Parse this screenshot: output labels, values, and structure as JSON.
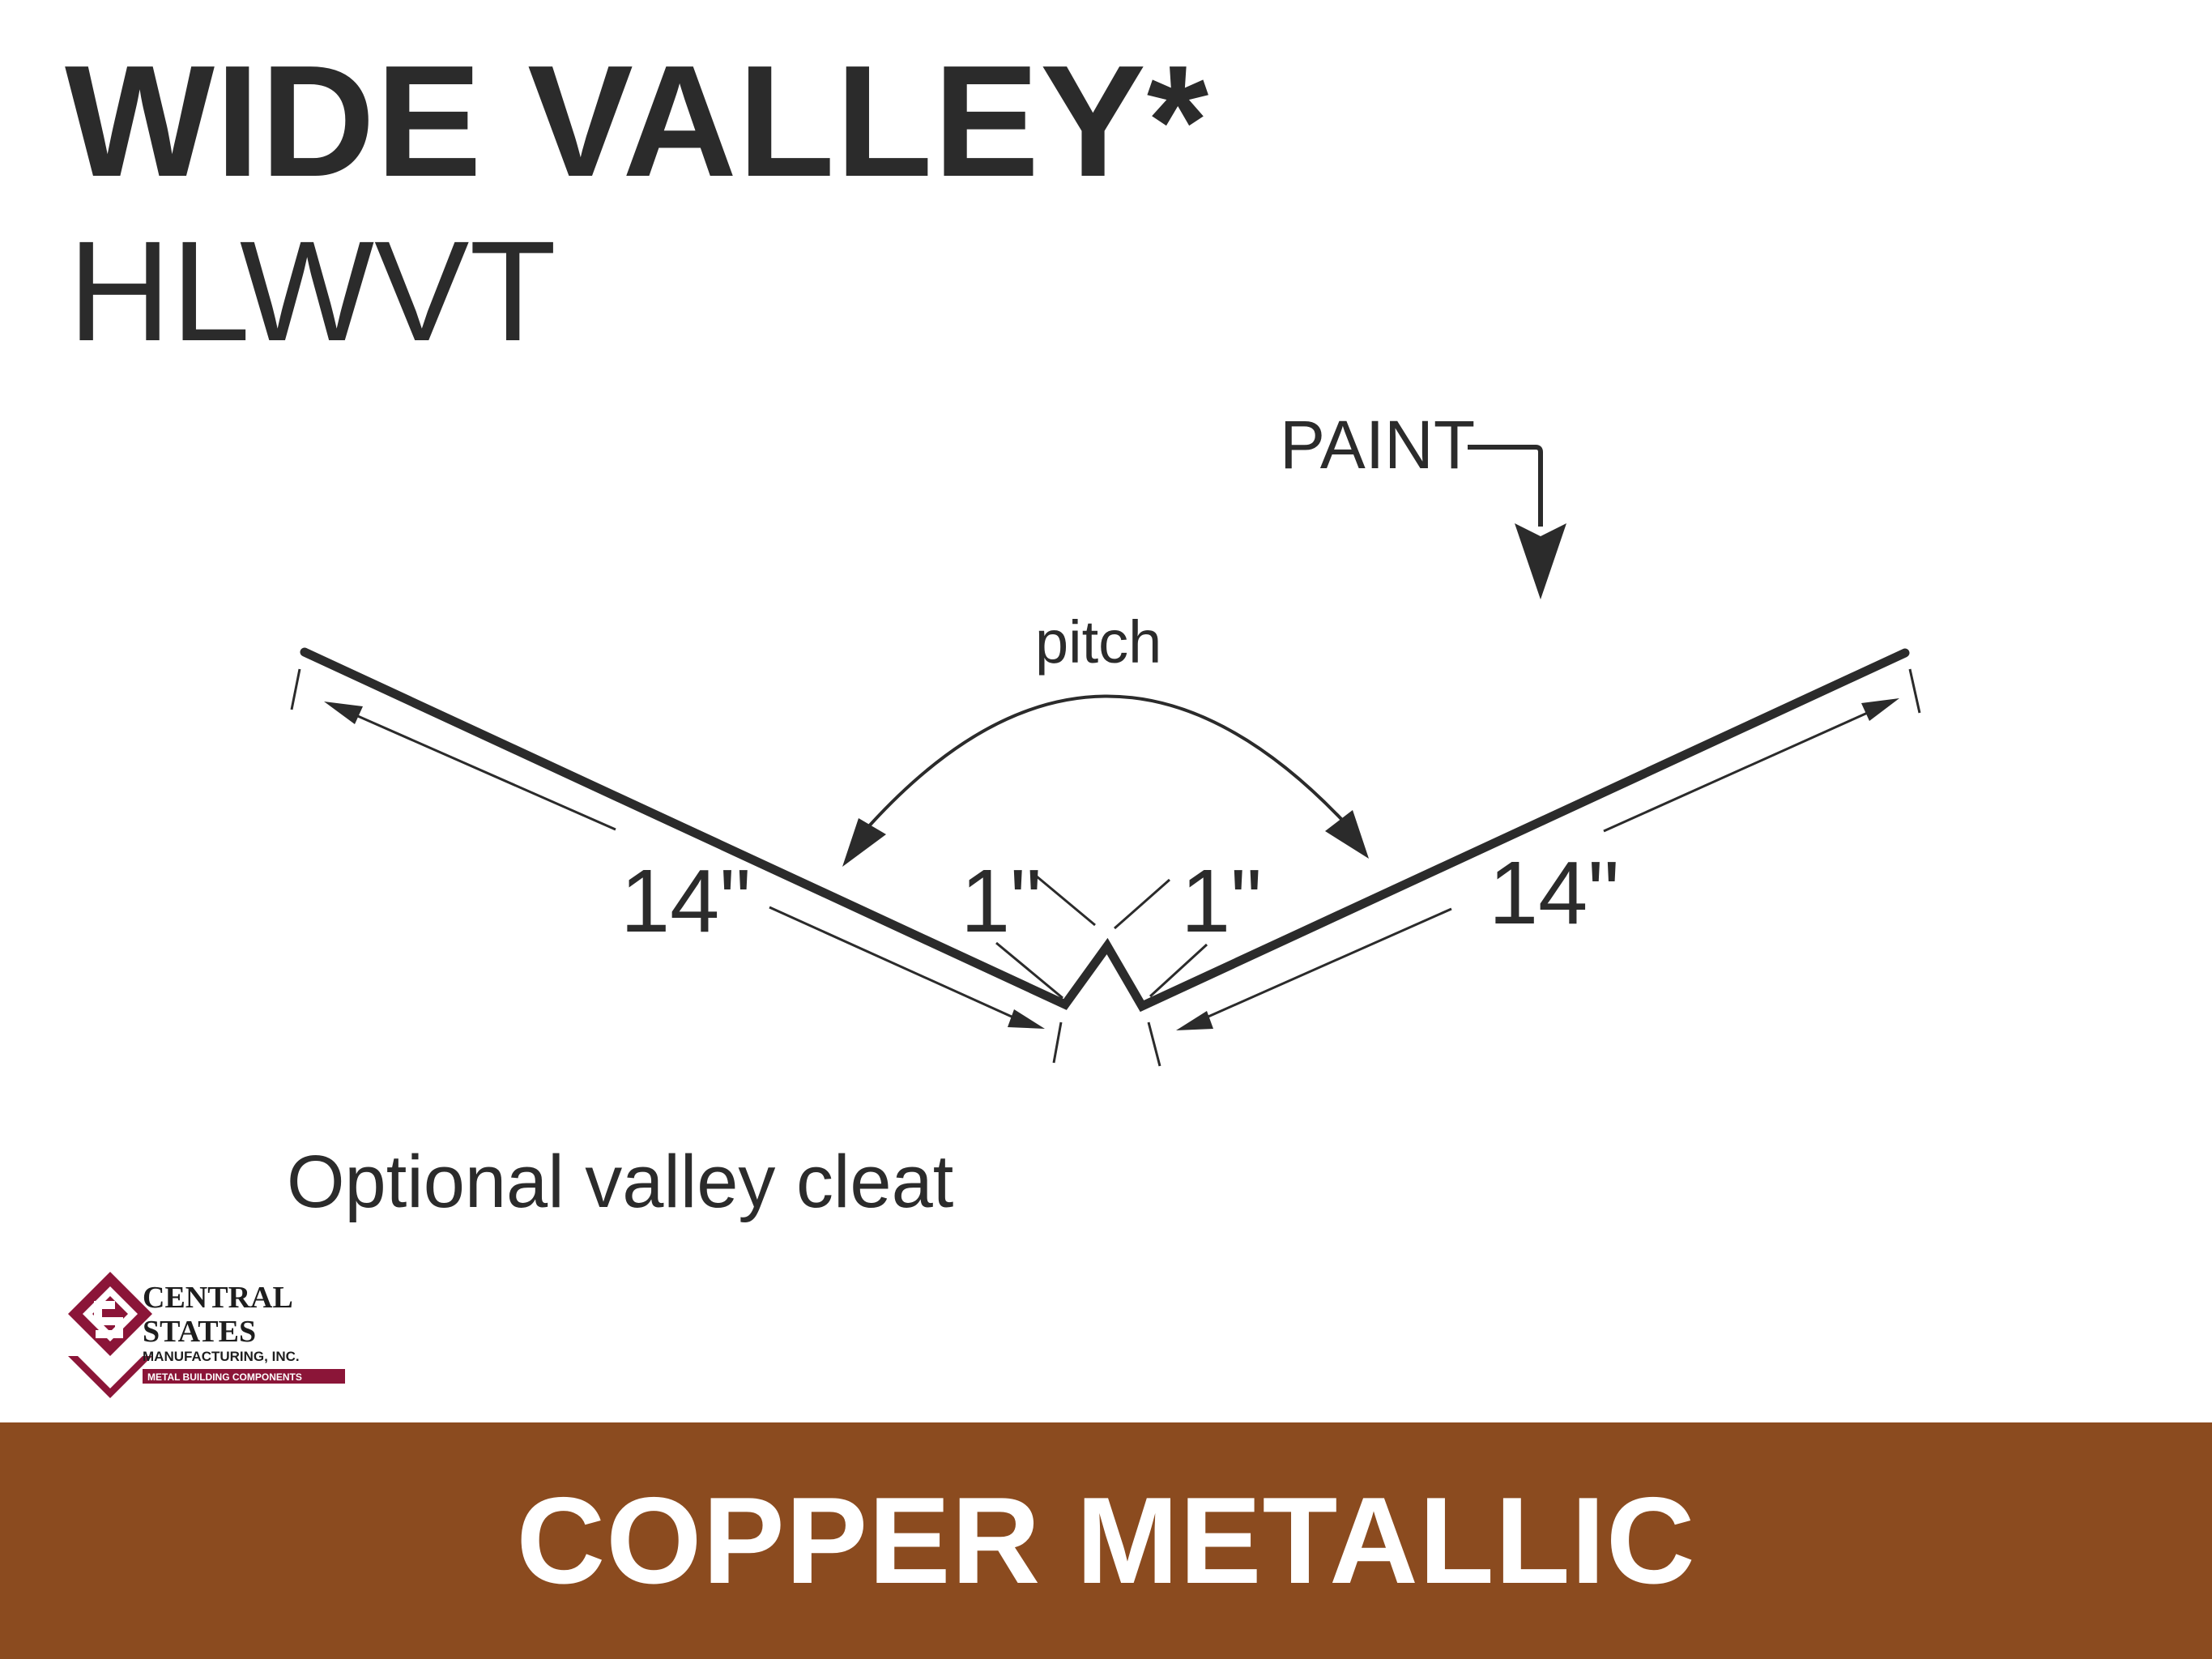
{
  "title": "WIDE VALLEY*",
  "subtitle": "HLWVT",
  "diagram": {
    "paint_label": "PAINT",
    "pitch_label": "pitch",
    "left_leg": "14\"",
    "right_leg": "14\"",
    "left_rib": "1\"",
    "right_rib": "1\"",
    "cleat_note": "Optional valley cleat"
  },
  "logo": {
    "name_line1": "CENTRAL",
    "name_line2": "STATES",
    "name_line3": "MANUFACTURING, INC.",
    "tagline": "METAL BUILDING COMPONENTS",
    "brand_color": "#8b1538"
  },
  "bottom_bar": {
    "label": "COPPER METALLIC",
    "color": "#8b4b1f"
  },
  "colors": {
    "ink": "#2b2b2b",
    "background": "#ffffff"
  }
}
